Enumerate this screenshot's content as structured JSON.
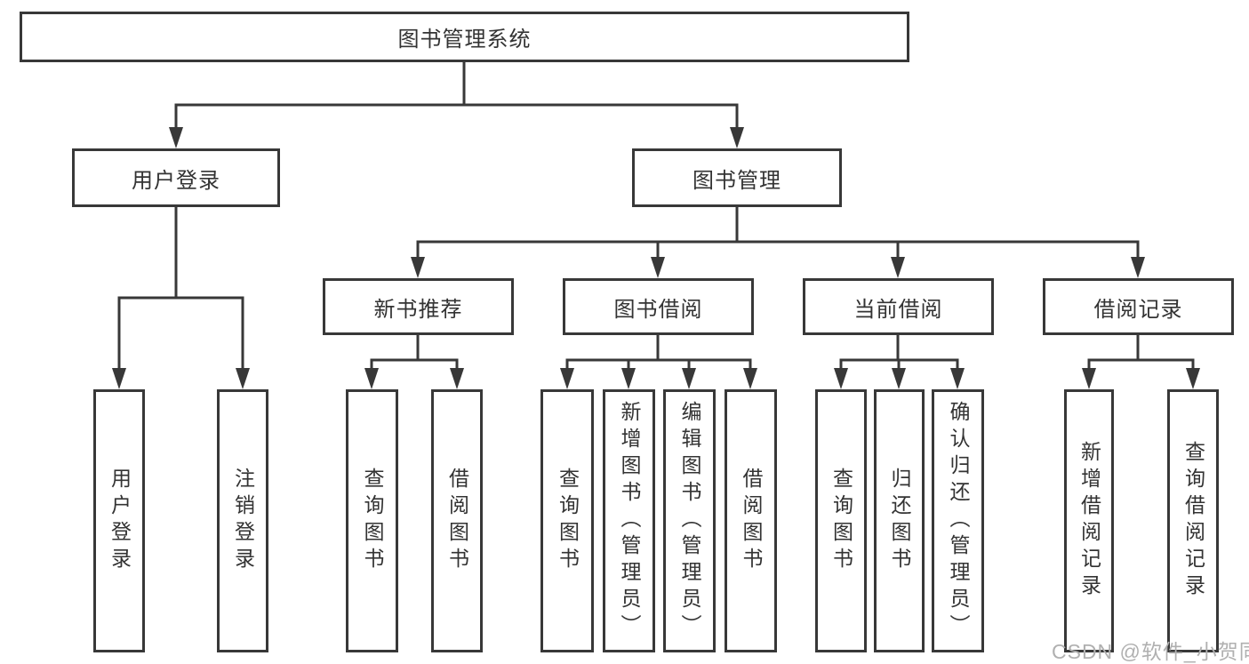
{
  "root": {
    "label": "图书管理系统"
  },
  "level2": {
    "user_login": {
      "label": "用户登录"
    },
    "book_mgmt": {
      "label": "图书管理"
    }
  },
  "level3": {
    "new_books": {
      "label": "新书推荐"
    },
    "book_borrow": {
      "label": "图书借阅"
    },
    "current_borrow": {
      "label": "当前借阅"
    },
    "borrow_records": {
      "label": "借阅记录"
    }
  },
  "leaves": {
    "user_login": [
      "用户登录",
      "注销登录"
    ],
    "new_books": [
      "查询图书",
      "借阅图书"
    ],
    "book_borrow": [
      "查询图书",
      "新增图书（管理员）",
      "编辑图书（管理员）",
      "借阅图书"
    ],
    "current_borrow": [
      "查询图书",
      "归还图书",
      "确认归还（管理员）"
    ],
    "borrow_records": [
      "新增借阅记录",
      "查询借阅记录"
    ]
  },
  "watermark": "CSDN @软件_小贺同学",
  "colors": {
    "line": "#383838",
    "text": "#333333",
    "background": "#ffffff",
    "watermark": "#b0b0b0"
  }
}
